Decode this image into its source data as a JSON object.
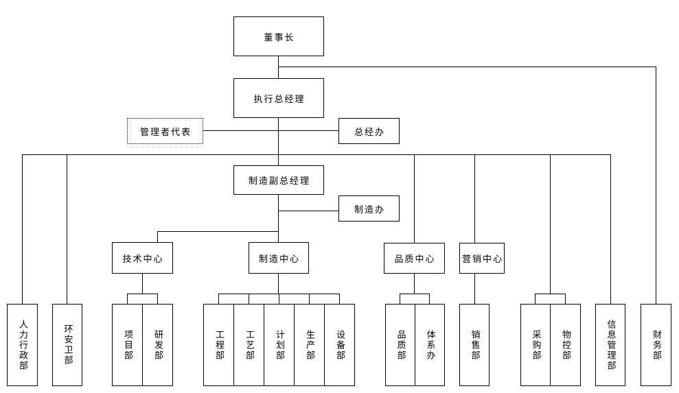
{
  "diagram": {
    "type": "org-chart",
    "colors": {
      "line": "#000000",
      "background": "#ffffff",
      "text": "#000000"
    },
    "nodes": {
      "chairman": {
        "label": "董事长"
      },
      "exec_gm": {
        "label": "执行总经理"
      },
      "mgmt_rep": {
        "label": "管理者代表",
        "border": "dotted"
      },
      "gm_office": {
        "label": "总经办"
      },
      "mfg_vice_gm": {
        "label": "制造副总经理"
      },
      "mfg_office": {
        "label": "制造办"
      },
      "tech_center": {
        "label": "技术中心"
      },
      "mfg_center": {
        "label": "制造中心"
      },
      "quality_center": {
        "label": "品质中心"
      },
      "marketing_center": {
        "label": "营销中心"
      },
      "hr_admin": {
        "label": "人力行政部"
      },
      "ehs": {
        "label": "环安卫部"
      },
      "project": {
        "label": "项目部"
      },
      "rnd": {
        "label": "研发部"
      },
      "engineering": {
        "label": "工程部"
      },
      "process": {
        "label": "工艺部"
      },
      "planning": {
        "label": "计划部"
      },
      "production": {
        "label": "生产部"
      },
      "equipment": {
        "label": "设备部"
      },
      "quality_dept": {
        "label": "品质部"
      },
      "system_office": {
        "label": "体系办"
      },
      "sales": {
        "label": "销售部"
      },
      "purchasing": {
        "label": "采购部"
      },
      "material_control": {
        "label": "物控部"
      },
      "info_mgmt": {
        "label": "信息管理部"
      },
      "finance": {
        "label": "财务部"
      }
    },
    "edges": [
      {
        "from": "chairman",
        "to": "exec_gm"
      },
      {
        "from": "chairman",
        "to": "finance"
      },
      {
        "from": "exec_gm",
        "to": "mgmt_rep",
        "style": "side"
      },
      {
        "from": "exec_gm",
        "to": "gm_office",
        "style": "side"
      },
      {
        "from": "exec_gm",
        "to": "mfg_vice_gm"
      },
      {
        "from": "exec_gm",
        "to": "hr_admin"
      },
      {
        "from": "exec_gm",
        "to": "ehs"
      },
      {
        "from": "exec_gm",
        "to": "quality_center"
      },
      {
        "from": "exec_gm",
        "to": "marketing_center"
      },
      {
        "from": "exec_gm",
        "to": "purchasing"
      },
      {
        "from": "exec_gm",
        "to": "material_control"
      },
      {
        "from": "exec_gm",
        "to": "info_mgmt"
      },
      {
        "from": "mfg_vice_gm",
        "to": "mfg_office",
        "style": "side"
      },
      {
        "from": "mfg_vice_gm",
        "to": "tech_center"
      },
      {
        "from": "mfg_vice_gm",
        "to": "mfg_center"
      },
      {
        "from": "tech_center",
        "to": "project"
      },
      {
        "from": "tech_center",
        "to": "rnd"
      },
      {
        "from": "mfg_center",
        "to": "engineering"
      },
      {
        "from": "mfg_center",
        "to": "process"
      },
      {
        "from": "mfg_center",
        "to": "planning"
      },
      {
        "from": "mfg_center",
        "to": "production"
      },
      {
        "from": "mfg_center",
        "to": "equipment"
      },
      {
        "from": "quality_center",
        "to": "quality_dept"
      },
      {
        "from": "quality_center",
        "to": "system_office"
      },
      {
        "from": "marketing_center",
        "to": "sales"
      }
    ]
  }
}
